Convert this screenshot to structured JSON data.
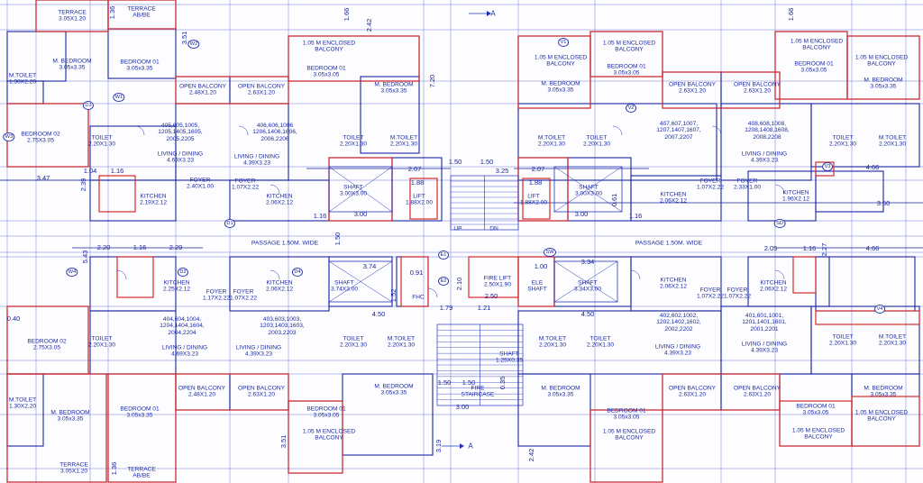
{
  "rooms": [
    {
      "id": "terrace-tl",
      "lines": [
        "TERRACE",
        "3.05X1.20"
      ]
    },
    {
      "id": "terrace-abbe-tl",
      "lines": [
        "TERRACE",
        "AB/BE"
      ]
    },
    {
      "id": "bedroom1-tl",
      "lines": [
        "BEDROOM 01",
        "3.05x3.35"
      ]
    },
    {
      "id": "m-bedroom-tl",
      "lines": [
        "M. BEDROOM",
        "3.05x3.35"
      ]
    },
    {
      "id": "m-toilet-tl",
      "lines": [
        "M.TOILET",
        "1.30X2.20"
      ]
    },
    {
      "id": "open-balcony-a",
      "lines": [
        "OPEN BALCONY",
        "2.48X1.20"
      ]
    },
    {
      "id": "open-balcony-b",
      "lines": [
        "OPEN BALCONY",
        "2.63X1.20"
      ]
    },
    {
      "id": "enclosed-balcony-c1",
      "lines": [
        "1.05 M ENCLOSED",
        "BALCONY"
      ]
    },
    {
      "id": "bedroom1-c1",
      "lines": [
        "BEDROOM 01",
        "3.05x3.05"
      ]
    },
    {
      "id": "m-bedroom-c1",
      "lines": [
        "M. BEDROOM",
        "3.05x3.35"
      ]
    },
    {
      "id": "flat-nos-a",
      "lines": [
        "405,605,1005,",
        "1205,1405,1605,",
        "2005,2205"
      ]
    },
    {
      "id": "flat-nos-b",
      "lines": [
        "406,606,1006",
        "1206,1406,1606,",
        "2006,2206"
      ]
    },
    {
      "id": "bedroom2-tl",
      "lines": [
        "BEDROOM 02",
        "2.75X3.05"
      ]
    },
    {
      "id": "toilet-tl",
      "lines": [
        "TOILET",
        "2.20X1.30"
      ]
    },
    {
      "id": "living-a",
      "lines": [
        "LIVING / DINING",
        "4.69X3.23"
      ]
    },
    {
      "id": "living-b",
      "lines": [
        "LIVING / DINING",
        "4.39X3.23"
      ]
    },
    {
      "id": "toilet-c1",
      "lines": [
        "TOILET",
        "2.20X1.30"
      ]
    },
    {
      "id": "m-toilet-c1",
      "lines": [
        "M.TOILET",
        "2.20X1.30"
      ]
    },
    {
      "id": "foyer-a",
      "lines": [
        "FOYER",
        "2.40X1.00"
      ]
    },
    {
      "id": "foyer-b",
      "lines": [
        "FOYER",
        "1.07X2.22"
      ]
    },
    {
      "id": "kitchen-a",
      "lines": [
        "KITCHEN",
        "2.19X2.12"
      ]
    },
    {
      "id": "kitchen-b",
      "lines": [
        "KITCHEN",
        "2.06X2.12"
      ]
    },
    {
      "id": "shaft-c1",
      "lines": [
        "SHAFT",
        "3.00X3.00"
      ]
    },
    {
      "id": "lift-c1",
      "lines": [
        "LIFT",
        "1.88X2.00"
      ]
    },
    {
      "id": "lift-c2",
      "lines": [
        "LIFT",
        "1.88X2.00"
      ]
    },
    {
      "id": "shaft-c2",
      "lines": [
        "SHAFT",
        "3.00X3.00"
      ]
    },
    {
      "id": "enclosed-balcony-r1",
      "lines": [
        "1.05 M ENCLOSED",
        "BALCONY"
      ]
    },
    {
      "id": "enclosed-balcony-r2",
      "lines": [
        "1.05 M ENCLOSED",
        "BALCONY"
      ]
    },
    {
      "id": "bedroom1-r1",
      "lines": [
        "BEDROOM 01",
        "3.05x3.05"
      ]
    },
    {
      "id": "m-bedroom-r1",
      "lines": [
        "M. BEDROOM",
        "3.05x3.35"
      ]
    },
    {
      "id": "open-balcony-c",
      "lines": [
        "OPEN BALCONY",
        "2.63X1.20"
      ]
    },
    {
      "id": "open-balcony-d",
      "lines": [
        "OPEN BALCONY",
        "2.63X1.20"
      ]
    },
    {
      "id": "enclosed-balcony-r3",
      "lines": [
        "1.05 M ENCLOSED",
        "BALCONY"
      ]
    },
    {
      "id": "enclosed-balcony-r4",
      "lines": [
        "1.05 M ENCLOSED",
        "BALCONY"
      ]
    },
    {
      "id": "bedroom1-r2",
      "lines": [
        "BEDROOM 01",
        "3.05x3.05"
      ]
    },
    {
      "id": "m-bedroom-r2",
      "lines": [
        "M. BEDROOM",
        "3.05x3.35"
      ]
    },
    {
      "id": "m-toilet-r1",
      "lines": [
        "M.TOILET",
        "2.20X1.30"
      ]
    },
    {
      "id": "toilet-r1",
      "lines": [
        "TOILET",
        "2.20X1.30"
      ]
    },
    {
      "id": "flat-nos-c",
      "lines": [
        "407,607,1007,",
        "1207,1407,1607,",
        "2007,2207"
      ]
    },
    {
      "id": "flat-nos-d",
      "lines": [
        "408,608,1008,",
        "1208,1408,1608,",
        "2008,2208"
      ]
    },
    {
      "id": "living-c",
      "lines": [
        "LIVING / DINING",
        "4.39X3.23"
      ]
    },
    {
      "id": "toilet-r2",
      "lines": [
        "TOILET",
        "2.20X1.30"
      ]
    },
    {
      "id": "m-toilet-r2",
      "lines": [
        "M.TOILET",
        "2.20X1.30"
      ]
    },
    {
      "id": "kitchen-c",
      "lines": [
        "KITCHEN",
        "2.06X2.12"
      ]
    },
    {
      "id": "foyer-c",
      "lines": [
        "FOYER",
        "1.07X2.22"
      ]
    },
    {
      "id": "foyer-d",
      "lines": [
        "FOYER",
        "2.33X1.00"
      ]
    },
    {
      "id": "kitchen-d",
      "lines": [
        "KITCHEN",
        "1.96X2.12"
      ]
    },
    {
      "id": "kitchen-e",
      "lines": [
        "KITCHEN",
        "2.25X2.12"
      ]
    },
    {
      "id": "foyer-e",
      "lines": [
        "FOYER",
        "1.17X2.22"
      ]
    },
    {
      "id": "kitchen-f",
      "lines": [
        "KITCHEN",
        "2.06X2.12"
      ]
    },
    {
      "id": "foyer-f",
      "lines": [
        "FOYER",
        "1.07X2.22"
      ]
    },
    {
      "id": "shaft-c3",
      "lines": [
        "SHAFT",
        "3.74X3.00"
      ]
    },
    {
      "id": "fire-lift",
      "lines": [
        "FIRE LIFT",
        "2.50X1.90"
      ]
    },
    {
      "id": "shaft-c4",
      "lines": [
        "SHAFT",
        "3.34X3.00"
      ]
    },
    {
      "id": "kitchen-g",
      "lines": [
        "KITCHEN",
        "2.06X2.12"
      ]
    },
    {
      "id": "foyer-g",
      "lines": [
        "FOYER",
        "1.07X2.22"
      ]
    },
    {
      "id": "foyer-h",
      "lines": [
        "FOYER",
        "1.07X2.22"
      ]
    },
    {
      "id": "kitchen-h",
      "lines": [
        "KITCHEN",
        "2.06X2.12"
      ]
    },
    {
      "id": "flat-nos-e",
      "lines": [
        "404,604,1004,",
        "1204,1404,1604,",
        "2004,2204"
      ]
    },
    {
      "id": "flat-nos-f",
      "lines": [
        "403,603,1003,",
        "1203,1403,1603,",
        "2003,2203"
      ]
    },
    {
      "id": "living-e",
      "lines": [
        "LIVING / DINING",
        "4.69X3.23"
      ]
    },
    {
      "id": "living-f",
      "lines": [
        "LIVING / DINING",
        "4.39X3.23"
      ]
    },
    {
      "id": "flat-nos-g",
      "lines": [
        "402,602,1002,",
        "1202,1402,1602,",
        "2002,2202"
      ]
    },
    {
      "id": "flat-nos-h",
      "lines": [
        "401,601,1001,",
        "1201,1401,1601,",
        "2001,2201"
      ]
    },
    {
      "id": "living-g",
      "lines": [
        "LIVING / DINING",
        "4.39X3.23"
      ]
    },
    {
      "id": "living-h",
      "lines": [
        "LIVING / DINING",
        "4.39X3.23"
      ]
    },
    {
      "id": "bedroom2-bl",
      "lines": [
        "BEDROOM 02",
        "2.75X3.05"
      ]
    },
    {
      "id": "toilet-bl",
      "lines": [
        "TOILET",
        "2.20X1.30"
      ]
    },
    {
      "id": "toilet-bc1",
      "lines": [
        "TOILET",
        "2.20X1.30"
      ]
    },
    {
      "id": "m-toilet-bc1",
      "lines": [
        "M.TOILET",
        "2.20X1.30"
      ]
    },
    {
      "id": "m-toilet-bc2",
      "lines": [
        "M.TOILET",
        "2.20X1.30"
      ]
    },
    {
      "id": "toilet-bc2",
      "lines": [
        "TOILET",
        "2.20X1.30"
      ]
    },
    {
      "id": "toilet-br",
      "lines": [
        "TOILET",
        "2.20X1.30"
      ]
    },
    {
      "id": "m-toilet-br",
      "lines": [
        "M.TOILET",
        "2.20X1.30"
      ]
    },
    {
      "id": "m-toilet-bl",
      "lines": [
        "M.TOILET",
        "1.30X2.20"
      ]
    },
    {
      "id": "m-bedroom-bl",
      "lines": [
        "M. BEDROOM",
        "3.05x3.35"
      ]
    },
    {
      "id": "bedroom1-bl",
      "lines": [
        "BEDROOM 01",
        "3.05x3.35"
      ]
    },
    {
      "id": "open-balcony-e",
      "lines": [
        "OPEN BALCONY",
        "2.48X1.20"
      ]
    },
    {
      "id": "open-balcony-f",
      "lines": [
        "OPEN BALCONY",
        "2.63X1.20"
      ]
    },
    {
      "id": "m-bedroom-bc1",
      "lines": [
        "M. BEDROOM",
        "3.05x3.35"
      ]
    },
    {
      "id": "bedroom1-bc1",
      "lines": [
        "BEDROOM 01",
        "3.05x3.05"
      ]
    },
    {
      "id": "enclosed-balcony-bc1",
      "lines": [
        "1.05 M ENCLOSED",
        "BALCONY"
      ]
    },
    {
      "id": "m-bedroom-bc2",
      "lines": [
        "M. BEDROOM",
        "3.05x3.35"
      ]
    },
    {
      "id": "bedroom1-bc2",
      "lines": [
        "BEDROOM 01",
        "3.05x3.05"
      ]
    },
    {
      "id": "enclosed-balcony-bc2",
      "lines": [
        "1.05 M ENCLOSED",
        "BALCONY"
      ]
    },
    {
      "id": "open-balcony-g",
      "lines": [
        "OPEN BALCONY",
        "2.63X1.20"
      ]
    },
    {
      "id": "open-balcony-h",
      "lines": [
        "OPEN BALCONY",
        "2.63X1.20"
      ]
    },
    {
      "id": "enclosed-balcony-br1",
      "lines": [
        "1.05 M ENCLOSED",
        "BALCONY"
      ]
    },
    {
      "id": "bedroom1-br",
      "lines": [
        "BEDROOM 01",
        "3.05x3.05"
      ]
    },
    {
      "id": "m-bedroom-br",
      "lines": [
        "M. BEDROOM",
        "3.05x3.35"
      ]
    },
    {
      "id": "enclosed-balcony-br2",
      "lines": [
        "1.05 M ENCLOSED",
        "BALCONY"
      ]
    },
    {
      "id": "terrace-bl",
      "lines": [
        "TERRACE",
        "3.05X1.20"
      ]
    },
    {
      "id": "terrace-abbe-bl",
      "lines": [
        "TERRACE",
        "AB/BE"
      ]
    },
    {
      "id": "shaft-bottom",
      "lines": [
        "SHAFT",
        "1.25X0.35"
      ]
    },
    {
      "id": "fire-staircase",
      "lines": [
        "FIRE",
        "STAIRCASE"
      ]
    },
    {
      "id": "ele-shaft",
      "lines": [
        "ELE",
        "SHAFT"
      ]
    },
    {
      "id": "fhc",
      "lines": [
        "FHC"
      ]
    },
    {
      "id": "up1",
      "lines": [
        "UP"
      ]
    },
    {
      "id": "dn1",
      "lines": [
        "DN"
      ]
    }
  ],
  "passages": [
    "PASSAGE 1.50M. WIDE",
    "PASSAGE 1.50M. WIDE"
  ],
  "section_marks": [
    "A",
    "A"
  ],
  "dimensions": [
    "3.47",
    "3.25",
    "3.50",
    "4.66",
    "4.66",
    "2.20",
    "1.16",
    "2.29",
    "2.05",
    "1.16",
    "1.04",
    "1.16",
    "2.07",
    "2.07",
    "1.50",
    "1.50",
    "1.88",
    "1.88",
    "3.74",
    "3.34",
    "4.50",
    "4.50",
    "0.91",
    "1.21",
    "1.52",
    "2.50",
    "0.40",
    "1.50",
    "1.50",
    "3.00",
    "3.00",
    "3.00",
    "1.16",
    "1.16",
    "1.66",
    "1.66",
    "3.51",
    "3.51",
    "2.42",
    "2.42",
    "7.20",
    "5.43",
    "2.39",
    "1.50",
    "2.27",
    "1.00",
    "1.36",
    "1.36",
    "3.19",
    "2.10",
    "0.61",
    "1.79",
    "0.35"
  ],
  "tags": [
    "W2",
    "W1",
    "W3",
    "W4",
    "D1",
    "D2",
    "D3",
    "D4",
    "V1",
    "V2",
    "V3",
    "V4",
    "E1",
    "E2",
    "SD",
    "SW"
  ],
  "colors": {
    "line": "#2233bb",
    "wall": "#1a24a0",
    "red": "#d42a2a",
    "dim": "#141f96"
  }
}
